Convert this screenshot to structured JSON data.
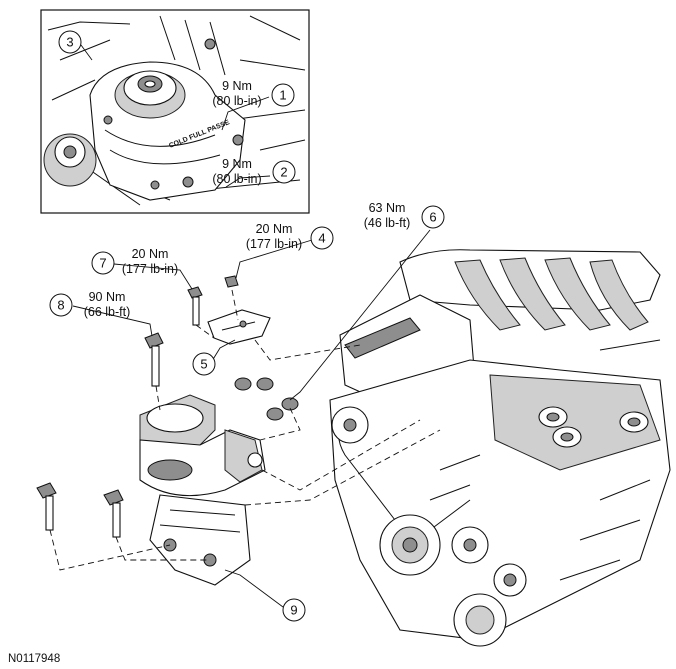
{
  "figure_id": "N0117948",
  "callouts": [
    {
      "num": "1",
      "torque": [
        "9 Nm",
        "(80 lb-in)"
      ]
    },
    {
      "num": "2",
      "torque": [
        "9 Nm",
        "(80 lb-in)"
      ]
    },
    {
      "num": "3",
      "torque": []
    },
    {
      "num": "4",
      "torque": [
        "20 Nm",
        "(177 lb-in)"
      ]
    },
    {
      "num": "5",
      "torque": []
    },
    {
      "num": "6",
      "torque": [
        "63 Nm",
        "(46 lb-ft)"
      ]
    },
    {
      "num": "7",
      "torque": [
        "20 Nm",
        "(177 lb-in)"
      ]
    },
    {
      "num": "8",
      "torque": [
        "90 Nm",
        "(66 lb-ft)"
      ]
    },
    {
      "num": "9",
      "torque": []
    }
  ],
  "reservoir_label": "COLD FULL PASSE"
}
